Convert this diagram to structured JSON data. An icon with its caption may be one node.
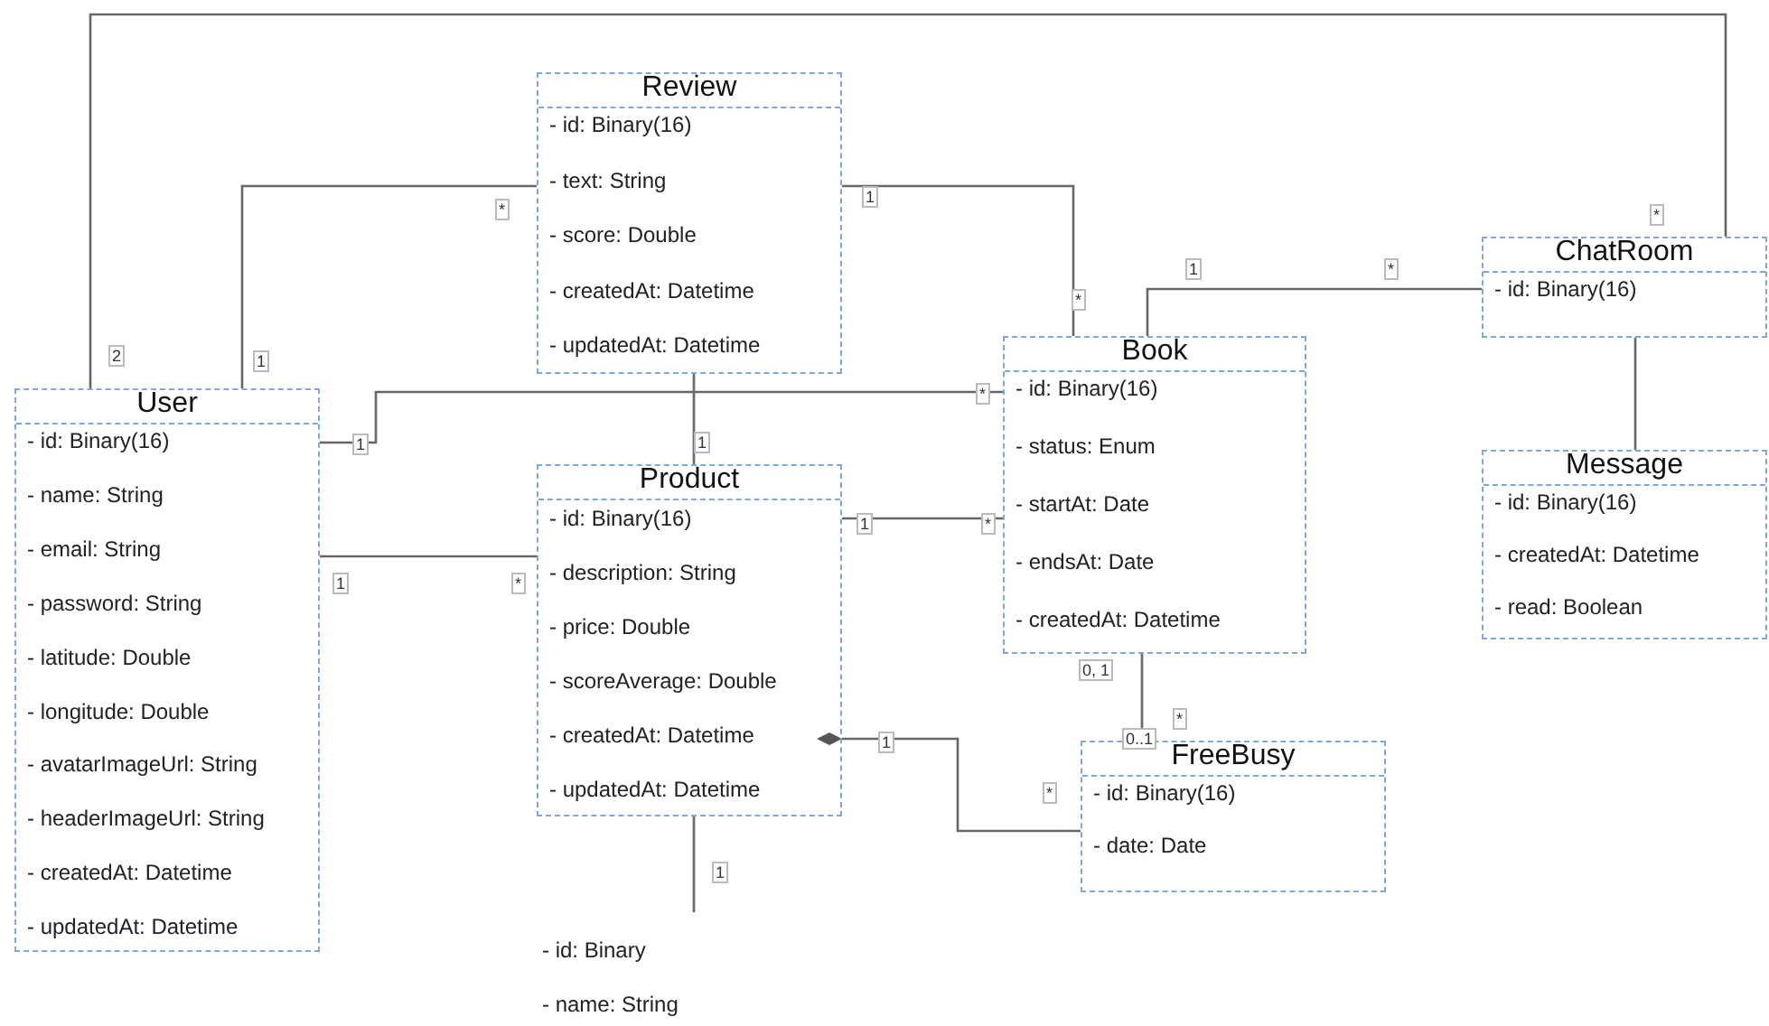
{
  "diagram": {
    "nodes": [
      {
        "text": [
          "Review",
          "- id: Binary(16)",
          "- text: String",
          "- score: Double",
          "- createdAt: Datetime",
          "- updatedAt: Datetime"
        ]
      },
      {
        "text": [
          "User",
          "- id: Binary(16)",
          "- name: String",
          "- email: String",
          "- password: String",
          "- latitude: Double",
          "- longitude: Double",
          "- avatarImageUrl: String",
          "- headerImageUrl: String",
          "- createdAt: Datetime",
          "- updatedAt: Datetime"
        ]
      },
      {
        "text": [
          "Product",
          "- id: Binary(16)",
          "- description: String",
          "- price: Double",
          "- scoreAverage: Double",
          "- createdAt: Datetime",
          "- updatedAt: Datetime"
        ]
      },
      {
        "text": [
          "Book",
          "- id: Binary(16)",
          "- status: Enum",
          "- startAt: Date",
          "- endsAt: Date",
          "- createdAt: Datetime"
        ]
      },
      {
        "text": [
          "ChatRoom",
          "- id: Binary(16)"
        ]
      },
      {
        "text": [
          "Message",
          "- id: Binary(16)",
          "- createdAt: Datetime",
          "- read: Boolean"
        ]
      },
      {
        "text": [
          "FreeBusy",
          "- id: Binary(16)",
          "- date: Date"
        ]
      },
      {
        "text": [
          "- id: Binary",
          "- name: String"
        ]
      }
    ],
    "edges": [
      {
        "from": 1,
        "to": 4,
        "arrow": "none"
      },
      {
        "from": 1,
        "to": 0,
        "arrow": "none"
      },
      {
        "from": 1,
        "to": 3,
        "arrow": "none"
      },
      {
        "from": 1,
        "to": 2,
        "arrow": "none"
      },
      {
        "from": 0,
        "to": 3,
        "arrow": "none"
      },
      {
        "from": 0,
        "to": 2,
        "arrow": "none"
      },
      {
        "from": 3,
        "to": 4,
        "arrow": "none"
      },
      {
        "from": 4,
        "to": 5,
        "arrow": "none"
      },
      {
        "from": 2,
        "to": 3,
        "arrow": "none"
      },
      {
        "from": 3,
        "to": 6,
        "arrow": "none"
      },
      {
        "from": 2,
        "to": 6,
        "arrow": "other"
      },
      {
        "from": 2,
        "to": 7,
        "arrow": "none"
      }
    ],
    "labels": [
      "*",
      "1",
      "*",
      "1",
      "*",
      "*",
      "2",
      "1",
      "*",
      "1",
      "1",
      "1",
      "*",
      "1",
      "*",
      "0, 1",
      "*",
      "1",
      "0..1",
      "*",
      "1"
    ]
  }
}
